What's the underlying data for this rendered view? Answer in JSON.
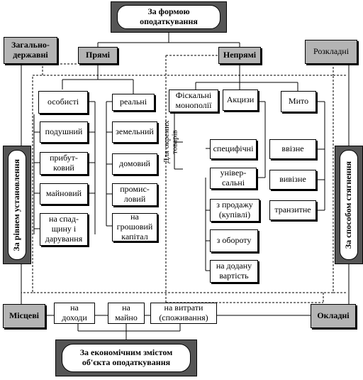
{
  "top": {
    "label": "За формою\nоподаткування"
  },
  "bottom": {
    "label": "За економічним змістом\nоб'єкта оподаткування"
  },
  "left_side": {
    "label": "За рівнем установлення"
  },
  "right_side": {
    "label": "За способом стягнення"
  },
  "corners": {
    "state": "Загально-\nдержавні",
    "local": "Місцеві",
    "distributed": "Розкладні",
    "levied": "Окладні"
  },
  "groups": {
    "direct": "Прямі",
    "indirect": "Непрямі"
  },
  "direct_personal": {
    "header": "особисті",
    "items": [
      "подушний",
      "прибут-\nковий",
      "майновий",
      "на спад-\nщину і\nдарування"
    ]
  },
  "direct_real": {
    "header": "реальні",
    "items": [
      "земельний",
      "домовий",
      "промис-\nловий",
      "на\nгрошовий\nкапітал"
    ]
  },
  "indirect": {
    "fiscal": "Фіскальні\nмонополії",
    "excise": "Акцизи",
    "customs": "Мито",
    "for_goods": "Для окремих\nтоварів",
    "specific": "специфічні",
    "universal": "універ-\nсальні",
    "universal_items": [
      "з продажу\n(купівлі)",
      "з обороту",
      "на додану\nвартість"
    ],
    "customs_items": [
      "ввізне",
      "вивізне",
      "транзитне"
    ]
  },
  "economic_items": [
    "на\nдоходи",
    "на\nмайно",
    "на витрати\n(споживання)"
  ]
}
